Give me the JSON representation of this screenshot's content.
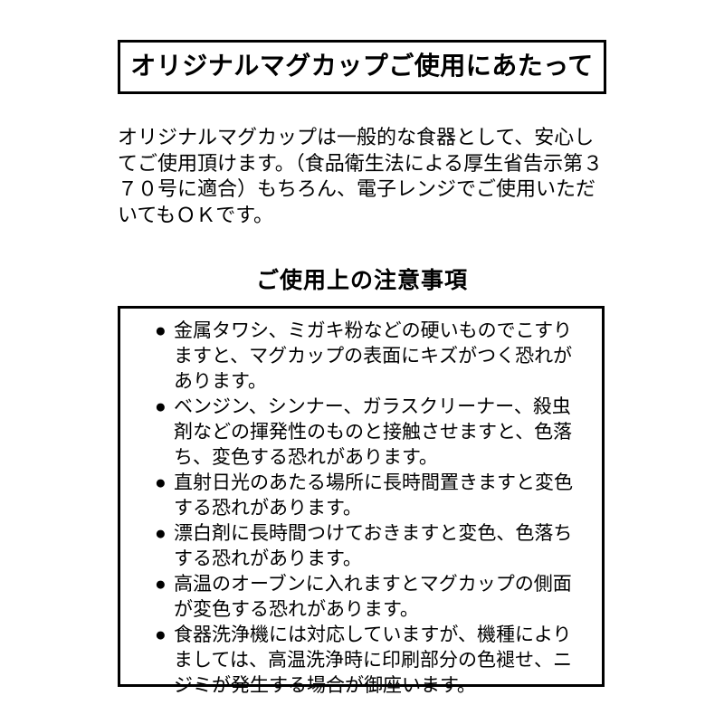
{
  "title": "オリジナルマグカップご使用にあたって",
  "intro": "オリジナルマグカップは一般的な食器として、安心してご使用頂けます。（食品衛生法による厚生省告示第３７０号に適合）もちろん、電子レンジでご使用いただいてもＯＫです。",
  "section_heading": "ご使用上の注意事項",
  "bullet": "●",
  "notices": [
    "金属タワシ、ミガキ粉などの硬いものでこすりますと、マグカップの表面にキズがつく恐れがあります。",
    "ベンジン、シンナー、ガラスクリーナー、殺虫剤などの揮発性のものと接触させますと、色落ち、変色する恐れがあります。",
    "直射日光のあたる場所に長時間置きますと変色する恐れがあります。",
    "漂白剤に長時間つけておきますと変色、色落ちする恐れがあります。",
    "高温のオーブンに入れますとマグカップの側面が変色する恐れがあります。",
    "食器洗浄機には対応していますが、機種によりましては、高温洗浄時に印刷部分の色褪せ、ニジミが発生する場合が御座います。"
  ],
  "colors": {
    "text": "#000000",
    "background": "#ffffff",
    "border": "#000000"
  }
}
